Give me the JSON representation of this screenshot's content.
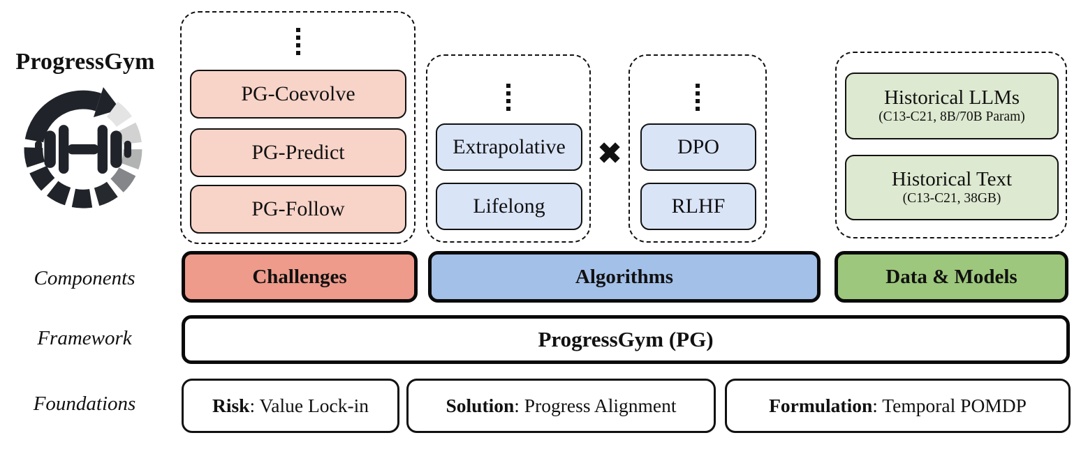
{
  "brand": {
    "title": "ProgressGym"
  },
  "row_labels": {
    "components": "Components",
    "framework": "Framework",
    "foundations": "Foundations"
  },
  "ellipsis_icon": "⋮",
  "cross_symbol": "✖",
  "groups": {
    "challenges": {
      "items": [
        "PG-Coevolve",
        "PG-Predict",
        "PG-Follow"
      ]
    },
    "algorithm_families": {
      "items": [
        "Extrapolative",
        "Lifelong"
      ]
    },
    "training_methods": {
      "items": [
        "DPO",
        "RLHF"
      ]
    },
    "data_and_models": {
      "items": [
        {
          "title": "Historical LLMs",
          "subtitle": "(C13-C21, 8B/70B Param)"
        },
        {
          "title": "Historical Text",
          "subtitle": "(C13-C21, 38GB)"
        }
      ]
    }
  },
  "components": {
    "challenges": {
      "label": "Challenges",
      "color": "#ee9b8c"
    },
    "algorithms": {
      "label": "Algorithms",
      "color": "#a3c0e8"
    },
    "data_models": {
      "label": "Data & Models",
      "color": "#9dc77c"
    }
  },
  "framework": {
    "label": "ProgressGym (PG)"
  },
  "foundations": [
    {
      "term": "Risk",
      "rest": ": Value Lock-in"
    },
    {
      "term": "Solution",
      "rest": ": Progress Alignment"
    },
    {
      "term": "Formulation",
      "rest": ": Temporal POMDP"
    }
  ],
  "palette": {
    "challenge_item_fill": "#f8d3c8",
    "algorithm_item_fill": "#d9e4f7",
    "data_item_fill": "#dde9d0",
    "challenges_fill": "#ee9b8c",
    "algorithms_fill": "#a3c0e8",
    "data_models_fill": "#9dc77c",
    "line_color": "#111111"
  }
}
